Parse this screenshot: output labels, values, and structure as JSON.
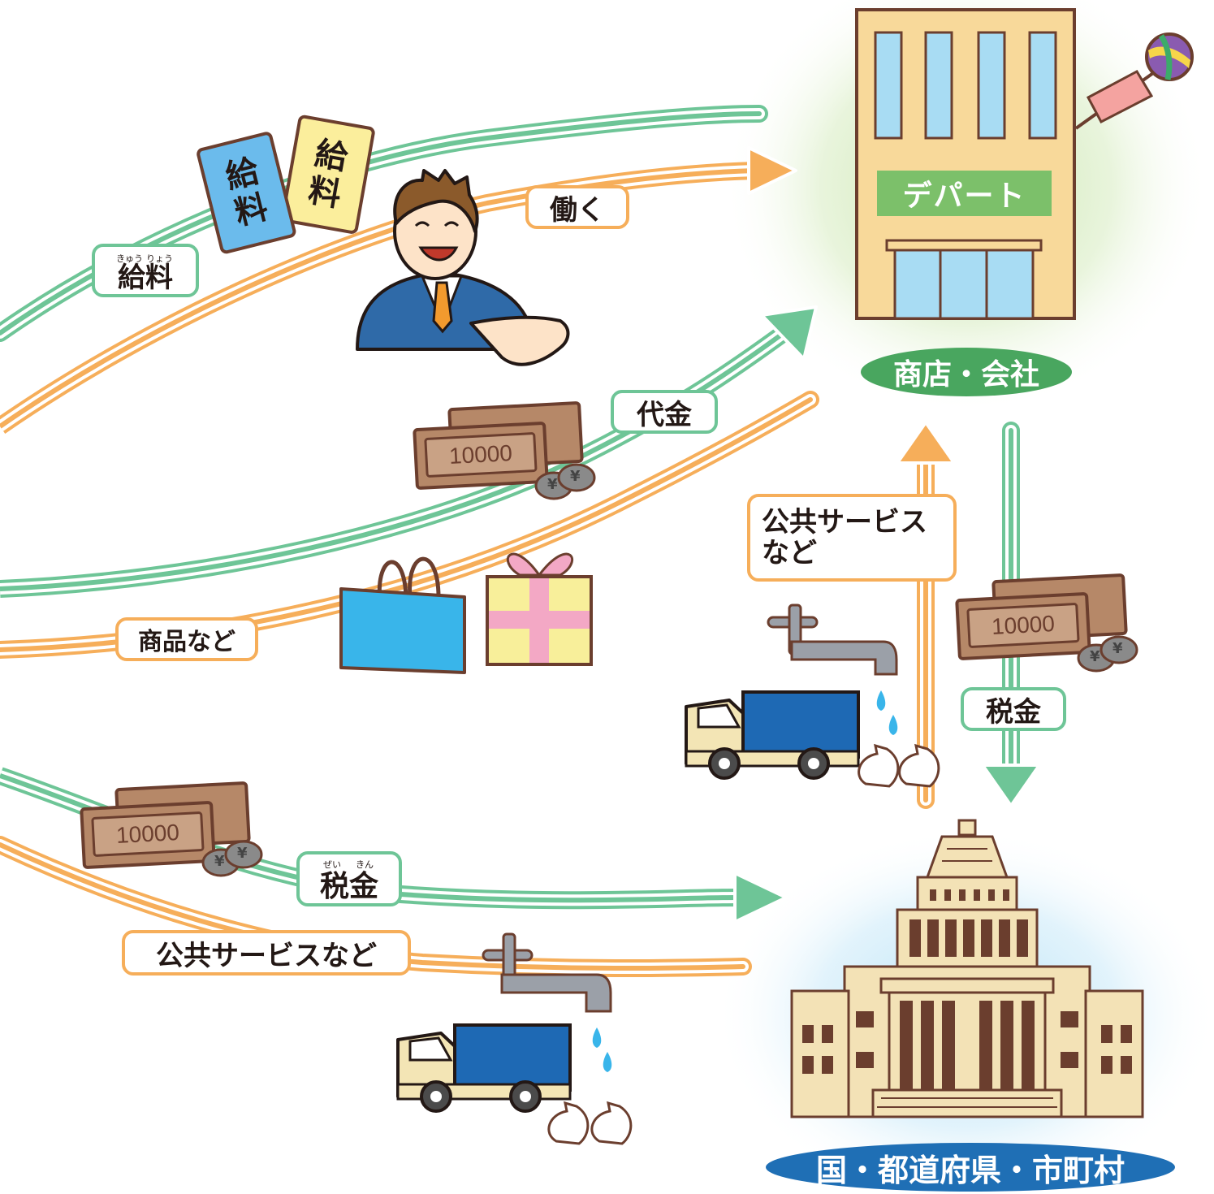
{
  "colors": {
    "green_flow": "#6ec597",
    "orange_flow": "#f6ae5a",
    "shop_pill": "#49a65f",
    "gov_pill": "#1f6fb5",
    "sign": "#7cc06a"
  },
  "company": {
    "store_sign": "デパート",
    "name": "商店・会社"
  },
  "government": {
    "name": "国・都道府県・市町村"
  },
  "flows": {
    "salary": {
      "label": "給料",
      "ruby_kyu": "きゅう",
      "ruby_ryo": "りょう"
    },
    "work": {
      "label": "働く"
    },
    "payment": {
      "label": "代金"
    },
    "goods": {
      "label": "商品など"
    },
    "tax_household": {
      "label": "税金",
      "ruby_zei": "ぜい",
      "ruby_kin": "きん"
    },
    "public_household": {
      "label": "公共サービスなど"
    },
    "public_company": {
      "line1": "公共サービス",
      "line2": "など"
    },
    "tax_company": {
      "label": "税金"
    }
  },
  "illustrations": {
    "pay_envelope_left": [
      "給",
      "料"
    ],
    "pay_envelope_right": [
      "給",
      "料"
    ],
    "banknote_top": "10000",
    "banknote_right": "10000",
    "banknote_left": "10000",
    "coin_symbol": "¥"
  }
}
